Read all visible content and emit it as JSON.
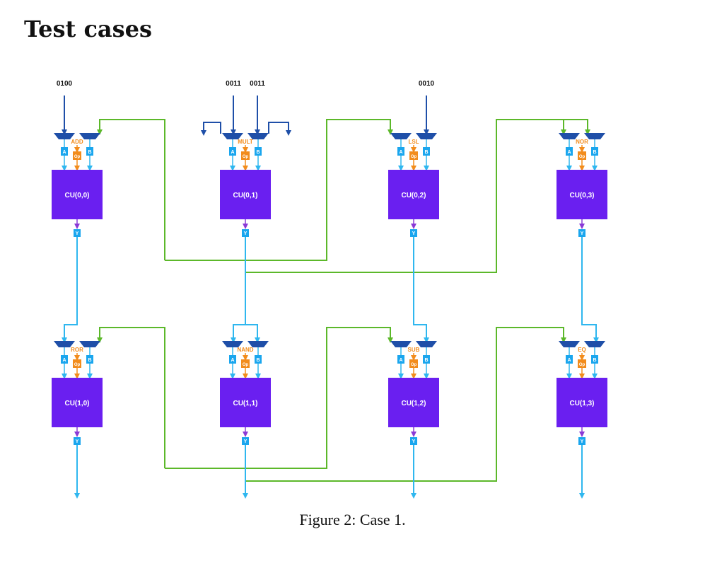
{
  "heading": "Test cases",
  "caption": "Figure 2: Case 1.",
  "colors": {
    "cu_fill": "#6a1ff0",
    "mux_fill": "#1f4fa8",
    "reg_fill": "#1aa6ee",
    "op_fill": "#f28c1c",
    "op_label": "#f28c1c",
    "wire_input": "#1f4fa8",
    "wire_data": "#2fb7ef",
    "wire_green": "#5cb82a",
    "wire_out": "#8a3ad6"
  },
  "inputs": [
    {
      "label": "0100"
    },
    {
      "label": "0011"
    },
    {
      "label": "0011"
    },
    {
      "label": "0010"
    }
  ],
  "register_labels": {
    "a": "A",
    "b": "B",
    "op": "Op",
    "y": "Y"
  },
  "units": [
    {
      "row": 0,
      "col": 0,
      "label": "CU(0,0)",
      "op": "ADD"
    },
    {
      "row": 0,
      "col": 1,
      "label": "CU(0,1)",
      "op": "MULT"
    },
    {
      "row": 0,
      "col": 2,
      "label": "CU(0,2)",
      "op": "LSL"
    },
    {
      "row": 0,
      "col": 3,
      "label": "CU(0,3)",
      "op": "NOR"
    },
    {
      "row": 1,
      "col": 0,
      "label": "CU(1,0)",
      "op": "ROR"
    },
    {
      "row": 1,
      "col": 1,
      "label": "CU(1,1)",
      "op": "NAND"
    },
    {
      "row": 1,
      "col": 2,
      "label": "CU(1,2)",
      "op": "SUB"
    },
    {
      "row": 1,
      "col": 3,
      "label": "CU(1,3)",
      "op": "EQ"
    }
  ]
}
